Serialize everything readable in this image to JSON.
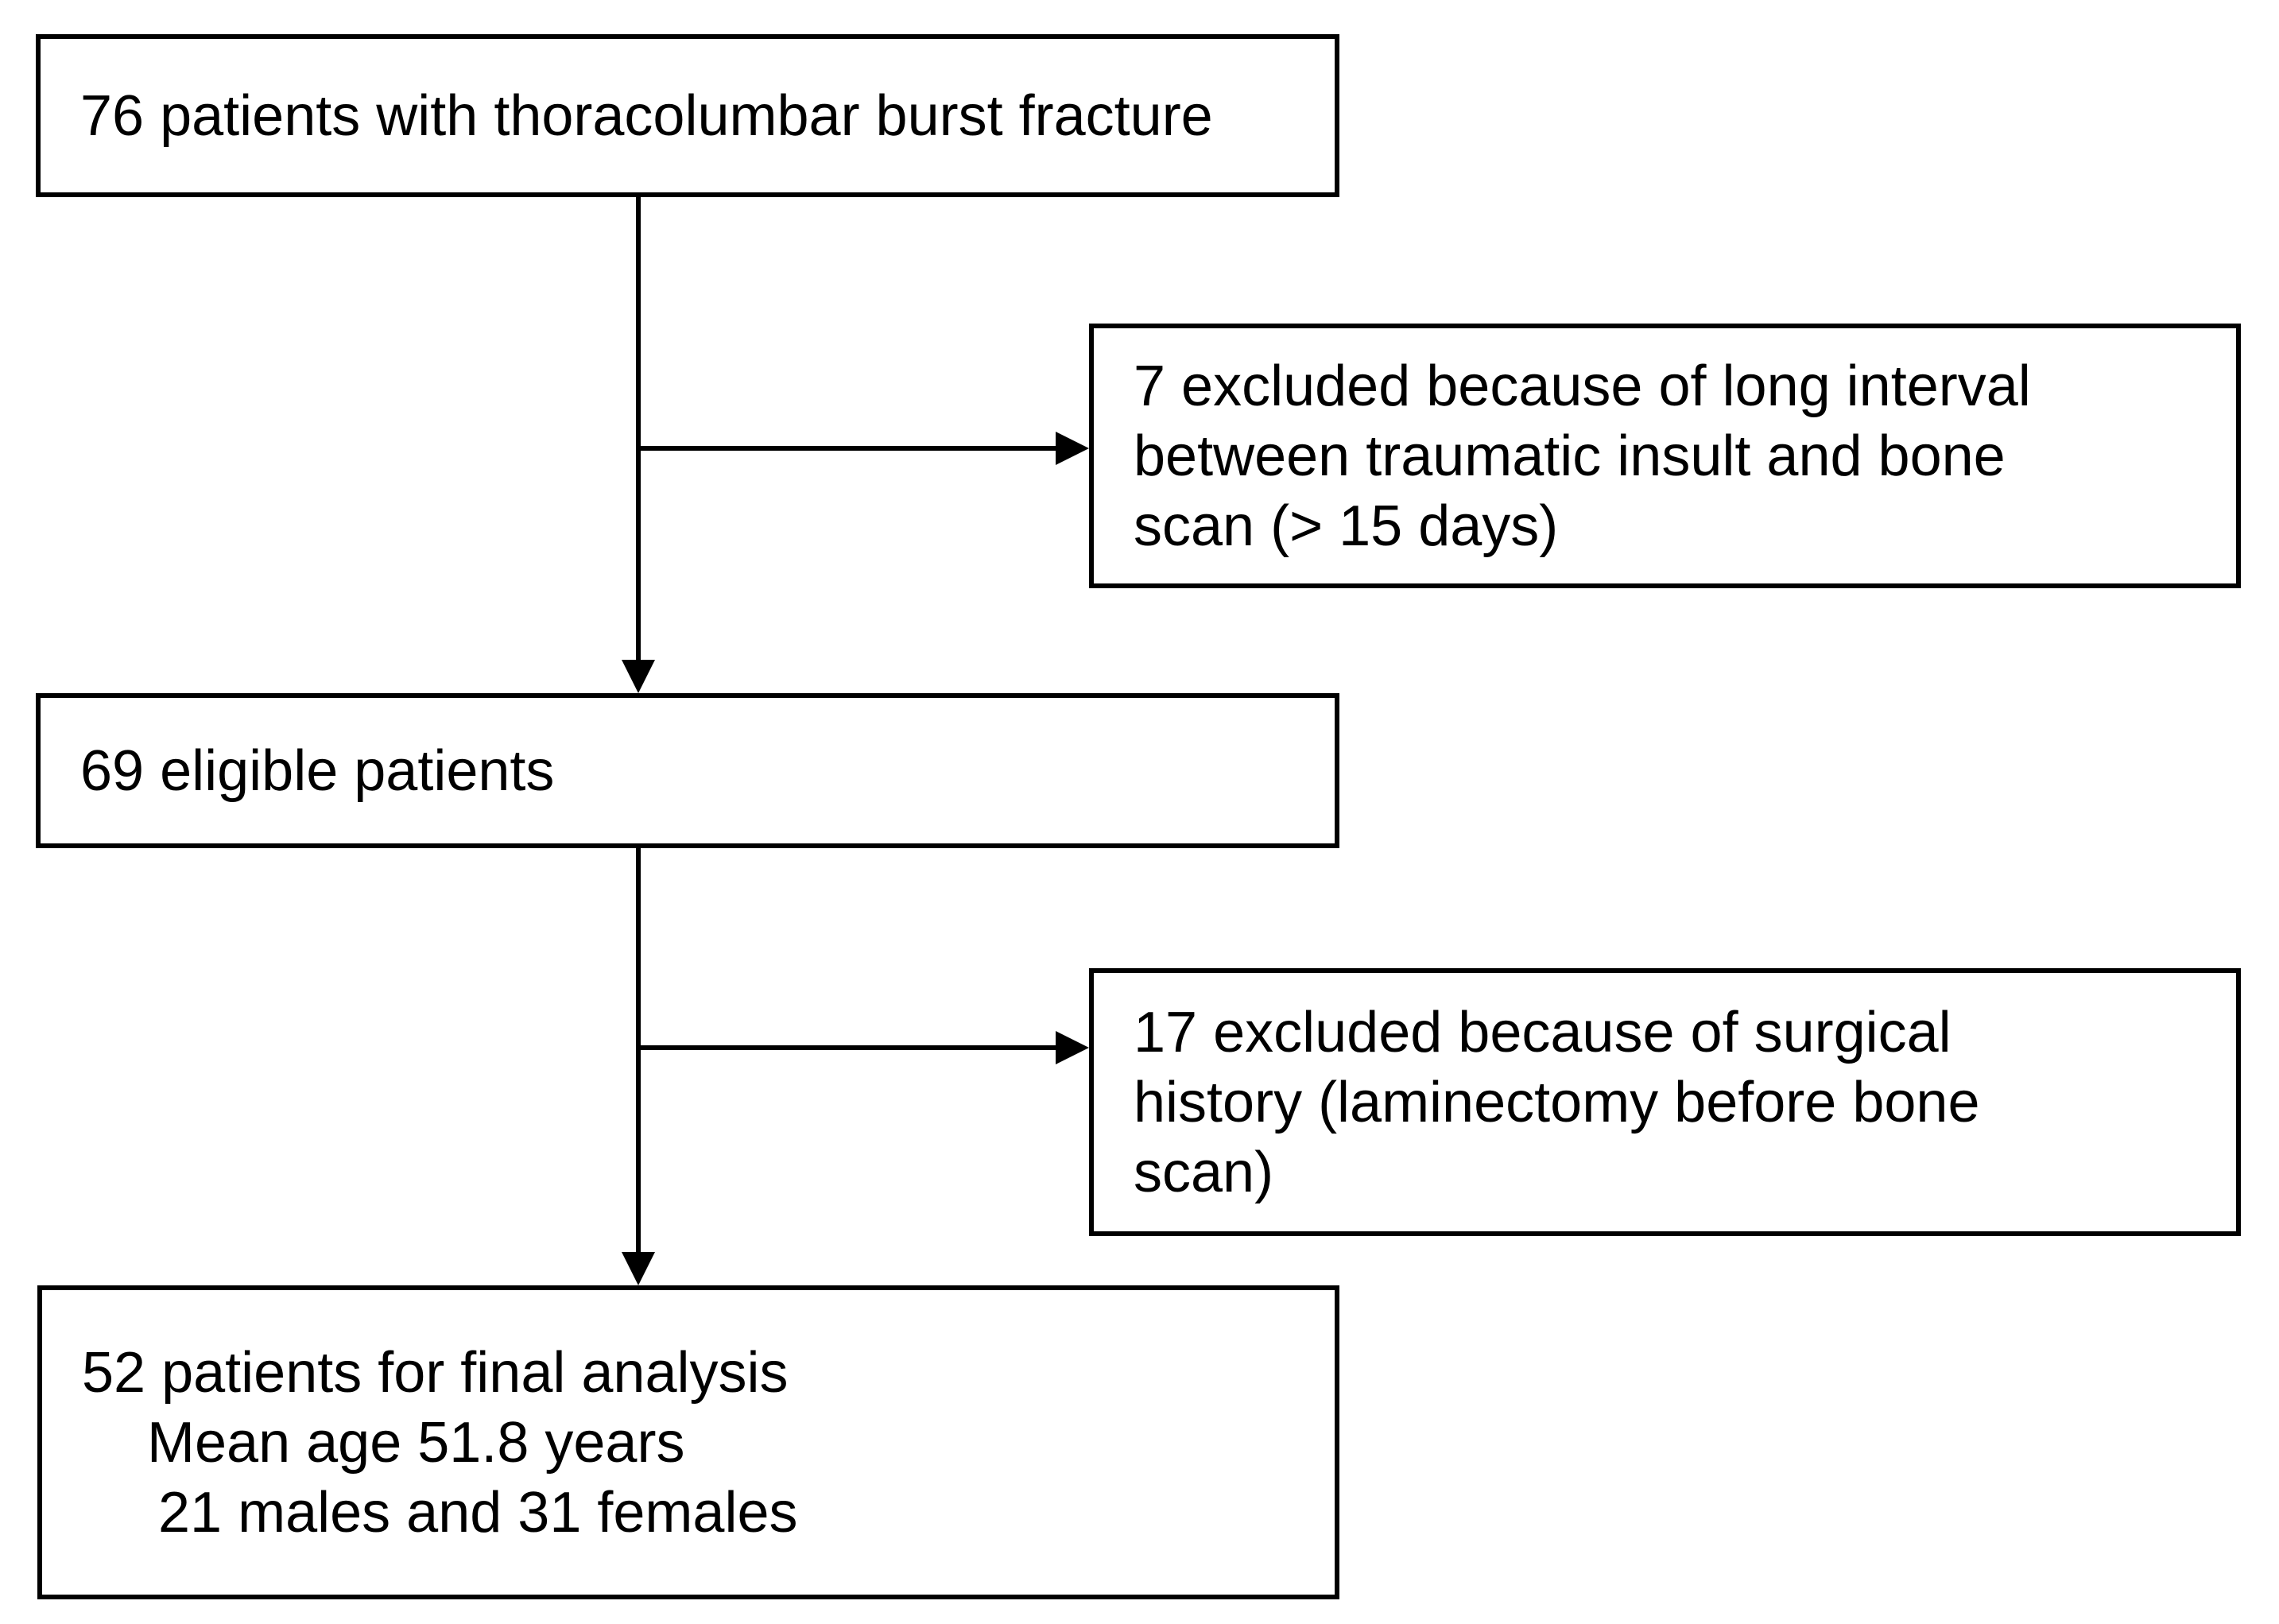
{
  "colors": {
    "ink": "#000000",
    "background": "#ffffff"
  },
  "diagram": {
    "kind": "patient-flow-chart",
    "nodes": {
      "enrolled": {
        "lines": [
          "76 patients with thoracolumbar burst fracture"
        ]
      },
      "excluded_interval": {
        "lines": [
          "7 excluded because of long interval",
          "between traumatic insult and bone",
          "scan (> 15 days)"
        ]
      },
      "eligible": {
        "lines": [
          "69 eligible patients"
        ]
      },
      "excluded_surgical": {
        "lines": [
          "17 excluded because of surgical",
          "history (laminectomy before bone",
          "scan)"
        ]
      },
      "final_analysis": {
        "lines": [
          "52 patients for final analysis",
          "Mean age 51.8 years",
          "21 males and 31 females"
        ]
      }
    },
    "edges": [
      {
        "from": "enrolled",
        "to": "eligible",
        "style": "arrow-down"
      },
      {
        "from": "enrolled",
        "to": "excluded_interval",
        "style": "arrow-right-branch"
      },
      {
        "from": "eligible",
        "to": "final_analysis",
        "style": "arrow-down"
      },
      {
        "from": "eligible",
        "to": "excluded_surgical",
        "style": "arrow-right-branch"
      }
    ]
  }
}
